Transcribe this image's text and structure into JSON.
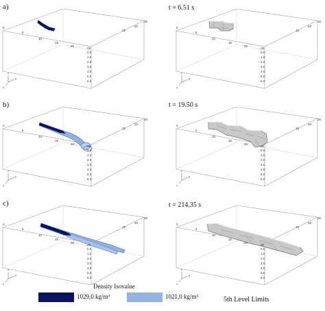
{
  "panels": [
    {
      "label": "a)",
      "time": "t = 6.51 s"
    },
    {
      "label": "b)",
      "time": "t = 19.50 s"
    },
    {
      "label": "c)",
      "time": "t = 214.35 s"
    }
  ],
  "axis": {
    "x_ticks": [
      "0",
      "5",
      "10",
      "15",
      "20",
      "25"
    ],
    "depth_ticks": [
      "0.0",
      "1.0",
      "2.0",
      "3.0",
      "4.0",
      "5.0",
      "6.0"
    ],
    "triad": [
      "z",
      "y",
      "x"
    ]
  },
  "legend": {
    "title": "Density Isovalue",
    "items": [
      {
        "label": "1029,0 kg/m³",
        "color": "#0b1460"
      },
      {
        "label": "1021,0 kg/m³",
        "color": "#95b3e0"
      }
    ]
  },
  "caption": "5th Level Limits",
  "colors": {
    "dense": "#0b1460",
    "light": "#95b3e0",
    "block": "#c8c8c8",
    "box": "#9a9a9a"
  }
}
